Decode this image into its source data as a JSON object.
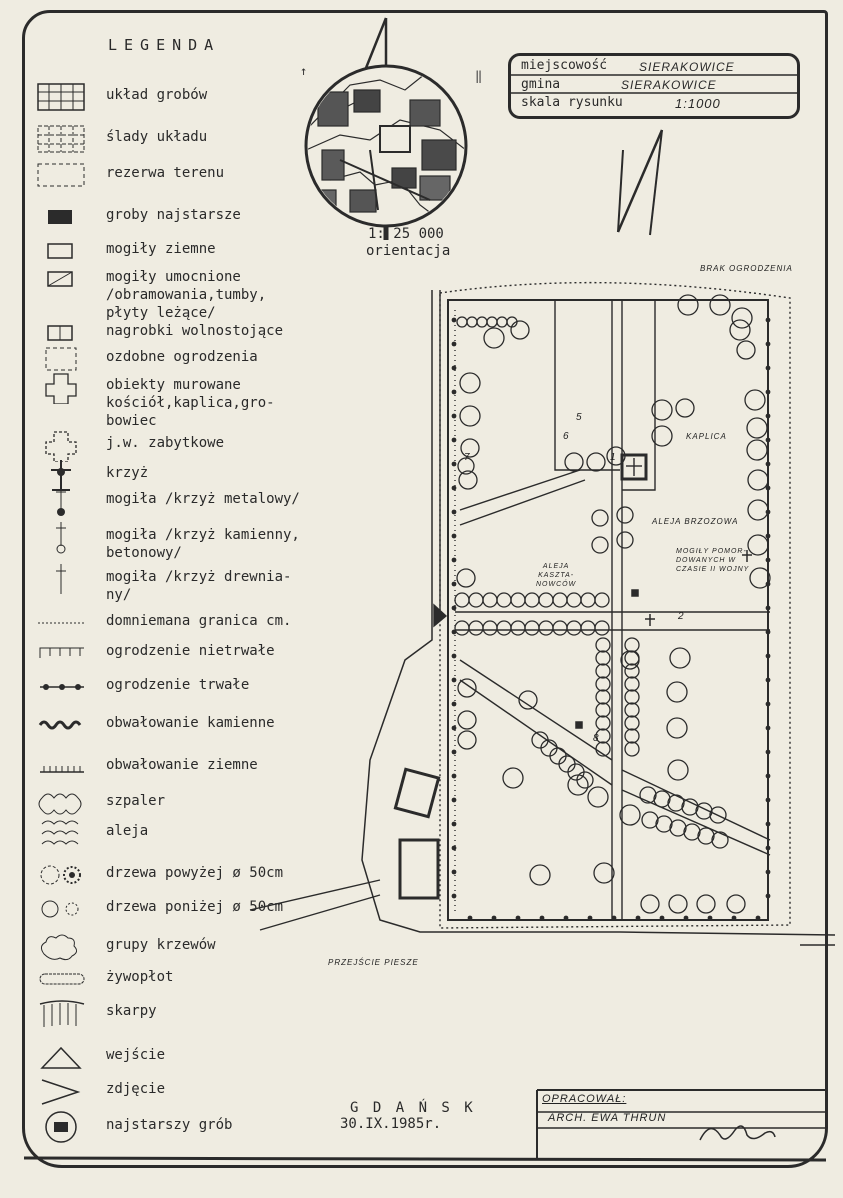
{
  "legend": {
    "title": "LEGENDA",
    "items": [
      {
        "icon": "grid-icon",
        "label": "układ grobów"
      },
      {
        "icon": "dashed-grid-icon",
        "label": "ślady układu"
      },
      {
        "icon": "dashed-rect-icon",
        "label": "rezerwa terenu"
      },
      {
        "icon": "black-rect-icon",
        "label": "groby najstarsze"
      },
      {
        "icon": "rect-icon",
        "label": "mogiły ziemne"
      },
      {
        "icon": "slash-rect-icon",
        "label": "mogiły umocnione\n/obramowania,tumby,\npłyty leżące/"
      },
      {
        "icon": "tomb-icon",
        "label": "nagrobki wolnostojące"
      },
      {
        "icon": "dashed-fence-icon",
        "label": "ozdobne ogrodzenia"
      },
      {
        "icon": "building-icon",
        "label": "obiekty murowane\nkościół,kaplica,gro-\nbowiec"
      },
      {
        "icon": "historic-building-icon",
        "label": "j.w. zabytkowe"
      },
      {
        "icon": "crucifix-icon",
        "label": "krzyż"
      },
      {
        "icon": "metal-cross-icon",
        "label": "mogiła /krzyż metalowy/"
      },
      {
        "icon": "stone-cross-icon",
        "label": "mogiła /krzyż kamienny,\nbetonowy/"
      },
      {
        "icon": "wood-cross-icon",
        "label": "mogiła /krzyż drewnia-\nny/"
      },
      {
        "icon": "dotted-line-icon",
        "label": "domniemana granica cm."
      },
      {
        "icon": "temp-fence-icon",
        "label": "ogrodzenie nietrwałe"
      },
      {
        "icon": "perm-fence-icon",
        "label": "ogrodzenie trwałe"
      },
      {
        "icon": "stone-wall-icon",
        "label": "obwałowanie kamienne"
      },
      {
        "icon": "earth-wall-icon",
        "label": "obwałowanie ziemne"
      },
      {
        "icon": "hedge-row-icon",
        "label": "szpaler"
      },
      {
        "icon": "alley-icon",
        "label": "aleja"
      },
      {
        "icon": "big-tree-icon",
        "label": "drzewa powyżej ø 50cm"
      },
      {
        "icon": "small-tree-icon",
        "label": "drzewa poniżej ø 50cm"
      },
      {
        "icon": "shrub-icon",
        "label": "grupy krzewów"
      },
      {
        "icon": "living-hedge-icon",
        "label": "żywopłot"
      },
      {
        "icon": "slope-icon",
        "label": "skarpy"
      },
      {
        "icon": "entrance-icon",
        "label": "wejście"
      },
      {
        "icon": "photo-icon",
        "label": "zdjęcie"
      },
      {
        "icon": "oldest-grave-icon",
        "label": "najstarszy grób"
      }
    ]
  },
  "title_box": {
    "place_label": "miejscowość",
    "place_value": "SIERAKOWICE",
    "commune_label": "gmina",
    "commune_value": "SIERAKOWICE",
    "scale_label": "skala rysunku",
    "scale_value": "1:1000"
  },
  "orientation": {
    "scale": "1: 25 000",
    "label": "orientacja"
  },
  "map_labels": {
    "no_fence": "BRAK OGRODZENIA",
    "chapel": "KAPLICA",
    "birch_alley": "ALEJA BRZOZOWA",
    "pomeranian_graves": "MOGIŁY POMOR-\nDOWANYCH W\nCZASIE II WOJNY",
    "chestnut_alley": "ALEJA\nKASZTA-\nNOWCÓW",
    "pedestrian_crossing": "PRZEJŚCIE PIESZE"
  },
  "photo_numbers": [
    "1",
    "2",
    "5",
    "6",
    "7",
    "8"
  ],
  "footer": {
    "city": "G D A Ń S K",
    "date": "30.IX.1985r.",
    "prepared_label": "OPRACOWAŁ:",
    "author": "ARCH. EWA THRUN"
  },
  "colors": {
    "paper": "#efece1",
    "ink": "#2b2b2b"
  }
}
